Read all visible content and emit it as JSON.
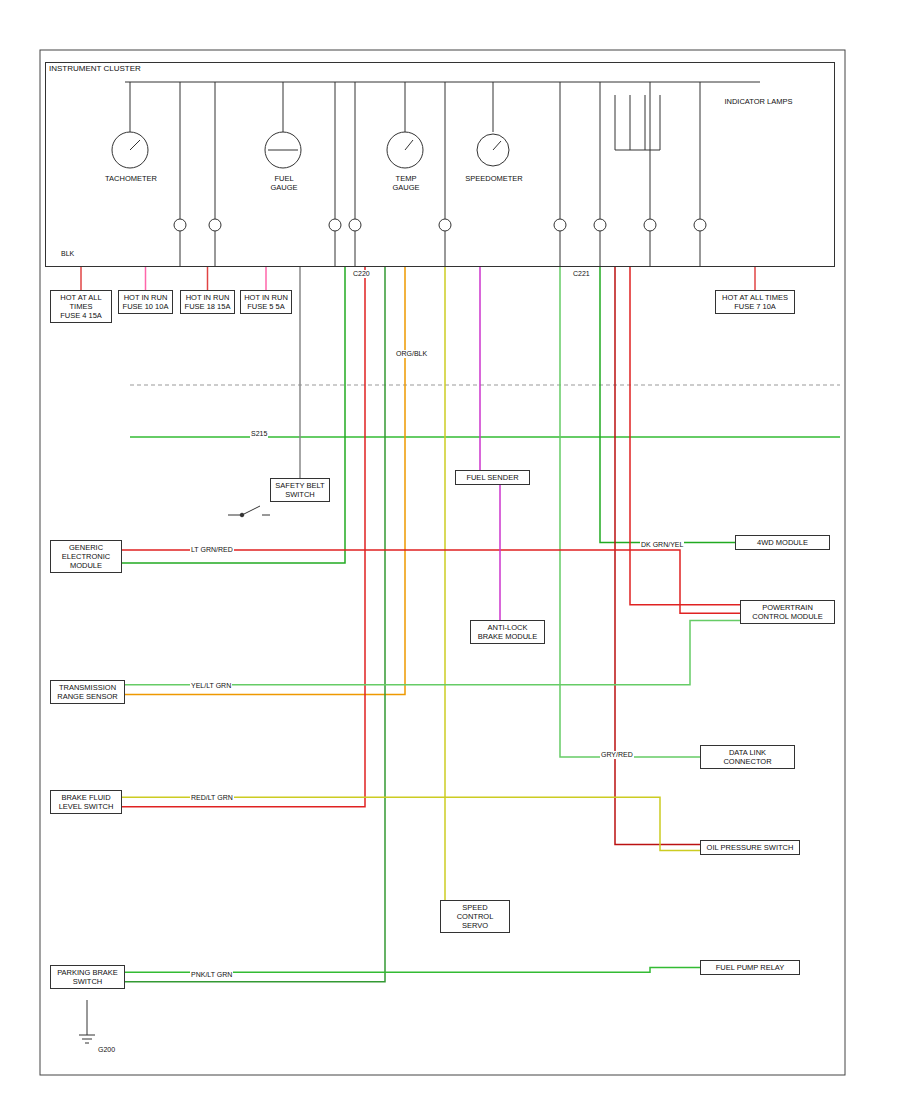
{
  "diagram": {
    "nodes": [
      {
        "text": [
          "INSTRUMENT CLUSTER"
        ]
      },
      {
        "text": [
          "TACHOMETER"
        ],
        "in": 0
      },
      {
        "text": [
          "FUEL GAUGE"
        ],
        "in": 0
      },
      {
        "text": [
          "TEMP GAUGE"
        ],
        "in": 0
      },
      {
        "text": [
          "SPEEDOMETER"
        ],
        "in": 0
      },
      {
        "text": [
          "INDICATOR LAMPS"
        ],
        "in": 0
      },
      {
        "text": [
          "HOT AT ALL TIMES",
          "FUSE 4 15A"
        ]
      },
      {
        "text": [
          "HOT IN RUN",
          "FUSE 10 10A"
        ]
      },
      {
        "text": [
          "HOT IN RUN",
          "FUSE 18 15A"
        ]
      },
      {
        "text": [
          "HOT IN RUN",
          "FUSE 5 5A"
        ]
      },
      {
        "text": [
          "HOT AT ALL TIMES",
          "FUSE 7 10A"
        ]
      },
      {
        "text": [
          "GENERIC ELECTRONIC MODULE"
        ]
      },
      {
        "text": [
          "TRANSMISSION RANGE SENSOR"
        ]
      },
      {
        "text": [
          "BRAKE FLUID LEVEL SWITCH"
        ]
      },
      {
        "text": [
          "PARKING BRAKE SWITCH"
        ]
      },
      {
        "text": [
          "SAFETY BELT SWITCH"
        ]
      },
      {
        "text": [
          "FUEL SENDER"
        ]
      },
      {
        "text": [
          "ANTI-LOCK BRAKE MODULE"
        ]
      },
      {
        "text": [
          "SPEED CONTROL SERVO"
        ]
      },
      {
        "text": [
          "4WD MODULE"
        ]
      },
      {
        "text": [
          "POWERTRAIN CONTROL MODULE"
        ]
      },
      {
        "text": [
          "DATA LINK CONNECTOR"
        ]
      },
      {
        "text": [
          "OIL PRESSURE SWITCH"
        ]
      },
      {
        "text": [
          "FUEL PUMP RELAY"
        ]
      }
    ],
    "edges": [
      {
        "from": 6,
        "to": 0,
        "arrow": "none"
      },
      {
        "from": 7,
        "to": 0,
        "arrow": "none"
      },
      {
        "from": 8,
        "to": 0,
        "arrow": "none"
      },
      {
        "from": 9,
        "to": 0,
        "arrow": "none"
      },
      {
        "from": 10,
        "to": 0,
        "arrow": "none"
      },
      {
        "from": 0,
        "to": 11,
        "arrow": "none"
      },
      {
        "from": 0,
        "to": 12,
        "arrow": "none"
      },
      {
        "from": 0,
        "to": 13,
        "arrow": "none"
      },
      {
        "from": 0,
        "to": 15,
        "arrow": "none"
      },
      {
        "from": 0,
        "to": 16,
        "arrow": "none"
      },
      {
        "from": 0,
        "to": 19,
        "arrow": "none"
      },
      {
        "from": 0,
        "to": 20,
        "arrow": "none"
      },
      {
        "from": 0,
        "to": 21,
        "arrow": "none"
      },
      {
        "from": 0,
        "to": 22,
        "arrow": "none"
      },
      {
        "from": 0,
        "to": 14,
        "arrow": "none"
      },
      {
        "from": 0,
        "to": 18,
        "arrow": "none"
      },
      {
        "from": 11,
        "to": 20,
        "arrow": "none"
      },
      {
        "from": 12,
        "to": 20,
        "arrow": "none"
      },
      {
        "from": 13,
        "to": 22,
        "arrow": "none"
      },
      {
        "from": 14,
        "to": 23,
        "arrow": "none"
      },
      {
        "from": 16,
        "to": 17,
        "arrow": "none"
      }
    ],
    "labels": [
      "C220",
      "C221",
      "ORG/BLK",
      "S215",
      "LT GRN/RED",
      "DK GRN/YEL",
      "YEL/LT GRN",
      "RED/LT GRN",
      "PNK/LT GRN",
      "GRY/RED",
      "G200",
      "BLK"
    ]
  }
}
